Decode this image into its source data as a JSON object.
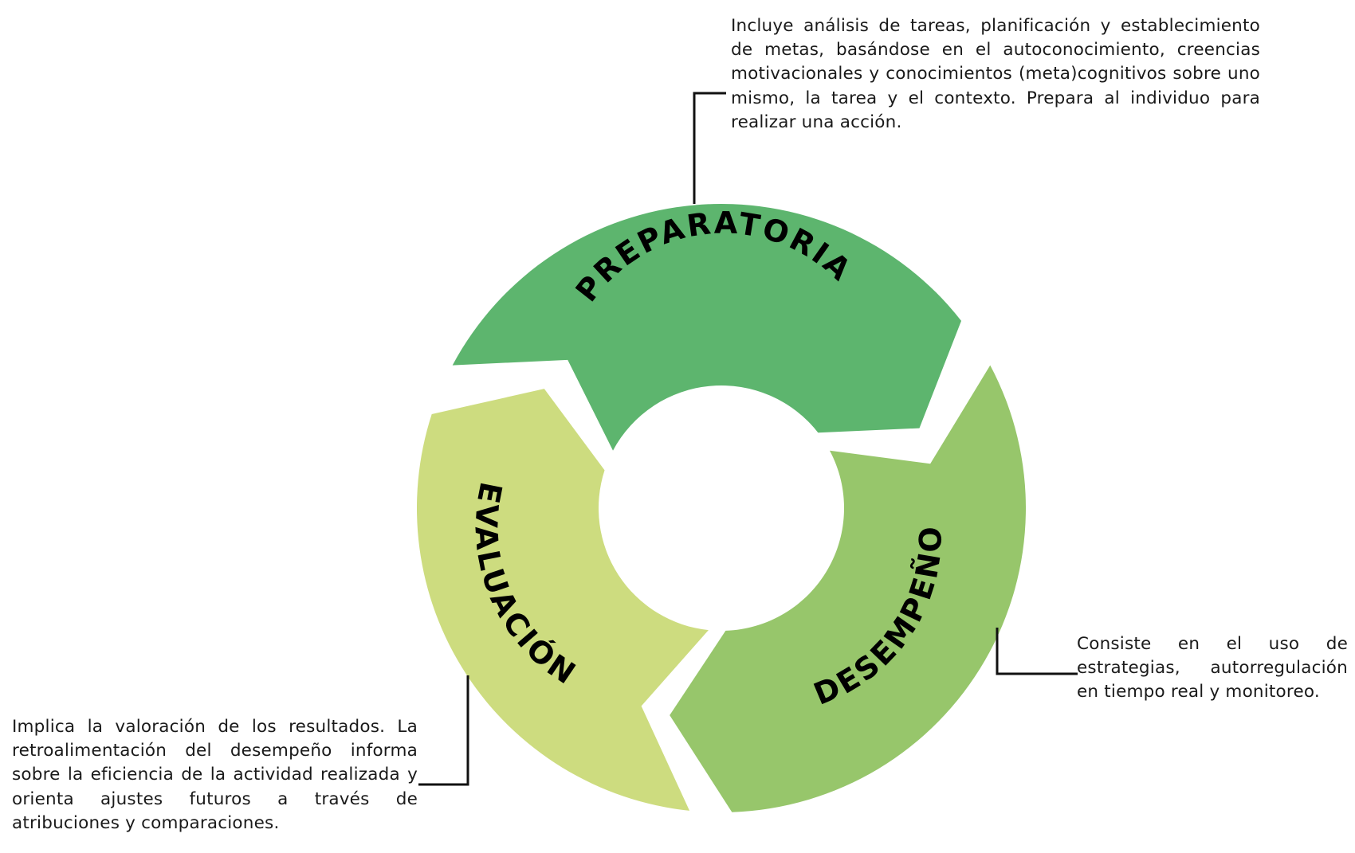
{
  "diagram": {
    "type": "cycle",
    "phases": [
      {
        "id": "preparatoria",
        "label": "PREPARATORIA",
        "color": "#5db56e",
        "description": "Incluye análisis de tareas, planificación y establecimiento de metas, basándose en el autoconocimiento, creencias motivacionales y conocimientos (meta)cognitivos sobre uno mismo, la tarea y el contexto. Prepara al individuo para realizar una acción."
      },
      {
        "id": "desempeno",
        "label": "DESEMPEÑO",
        "color": "#97c66b",
        "description": "Consiste en el uso de estrategias, autorregulación en tiempo real y monitoreo."
      },
      {
        "id": "evaluacion",
        "label": "EVALUACIÓN",
        "color": "#cddc7f",
        "description": "Implica la valoración de los resultados. La retroalimentación del desempeño informa sobre la eficiencia de la actividad realizada y orienta ajustes futuros a través de atribuciones y comparaciones."
      }
    ],
    "flow": [
      "preparatoria",
      "desempeno",
      "evaluacion",
      "preparatoria"
    ]
  }
}
